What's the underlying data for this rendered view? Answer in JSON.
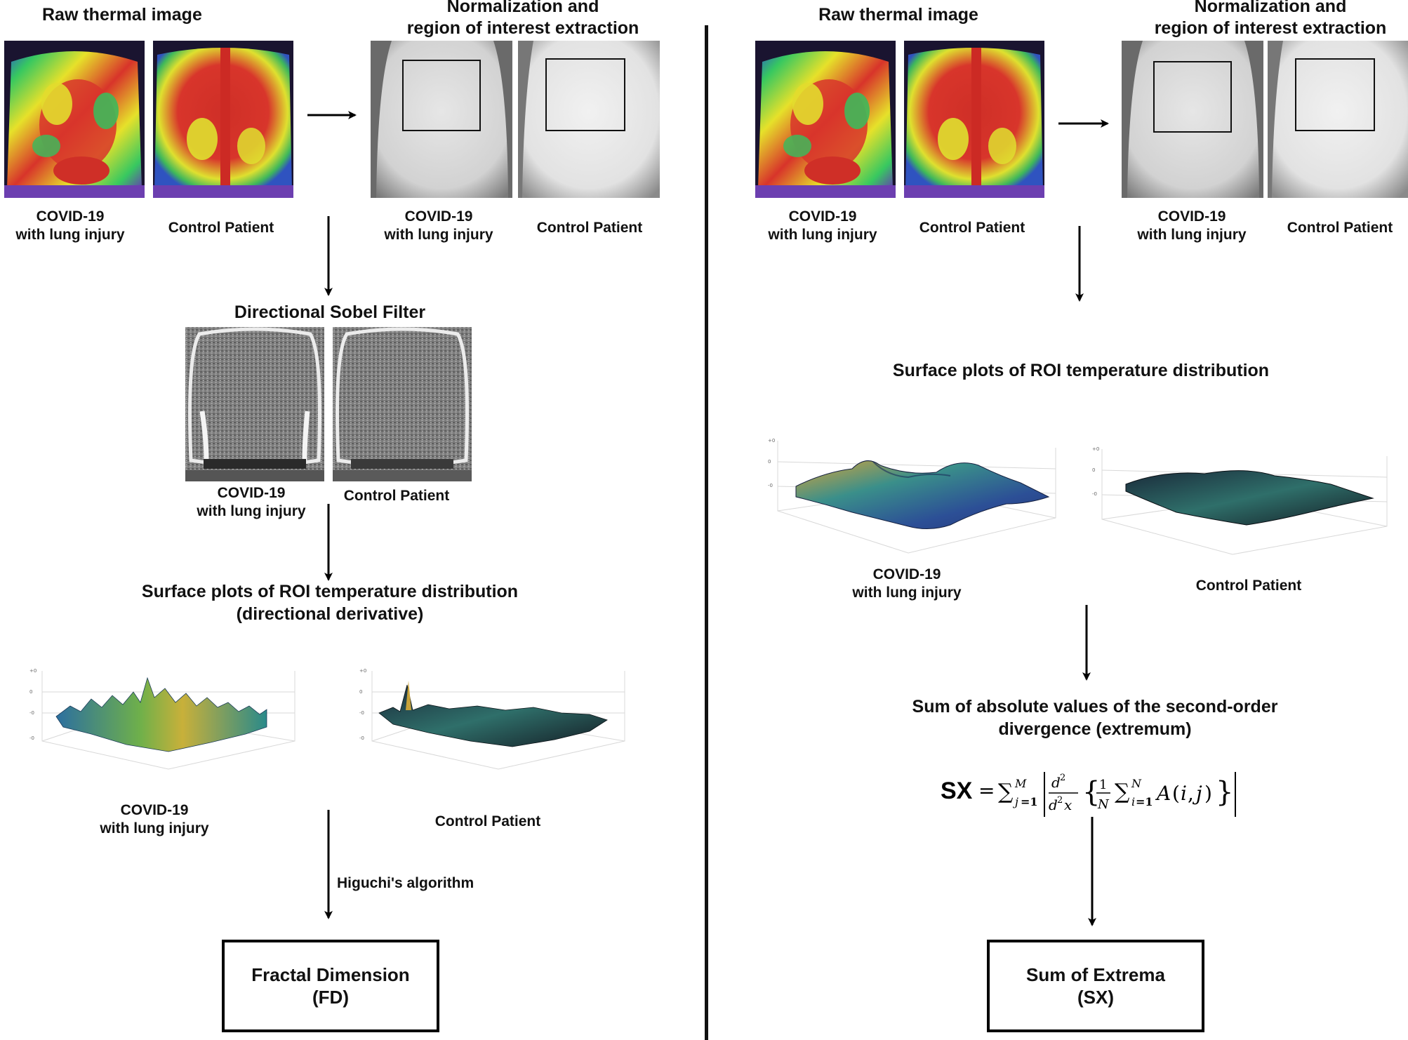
{
  "left": {
    "raw_title": "Raw thermal image",
    "norm_title_1": "Normalization and",
    "norm_title_2": "region of interest extraction",
    "covid_1": "COVID-19",
    "covid_2": "with lung injury",
    "control": "Control Patient",
    "sobel_title": "Directional Sobel Filter",
    "surface_title_1": "Surface plots of ROI temperature distribution",
    "surface_title_2": "(directional derivative)",
    "higuchi": "Higuchi's algorithm",
    "result_1": "Fractal Dimension",
    "result_2": "(FD)"
  },
  "right": {
    "raw_title": "Raw thermal image",
    "norm_title_1": "Normalization and",
    "norm_title_2": "region of interest extraction",
    "covid_1": "COVID-19",
    "covid_2": "with lung injury",
    "control": "Control Patient",
    "surface_title": "Surface plots of ROI temperature distribution",
    "sum_title_1": "Sum of absolute values of the second-order",
    "sum_title_2": "divergence  (extremum)",
    "formula_sx": "SX",
    "result_1": "Sum of Extrema",
    "result_2": "(SX)"
  }
}
